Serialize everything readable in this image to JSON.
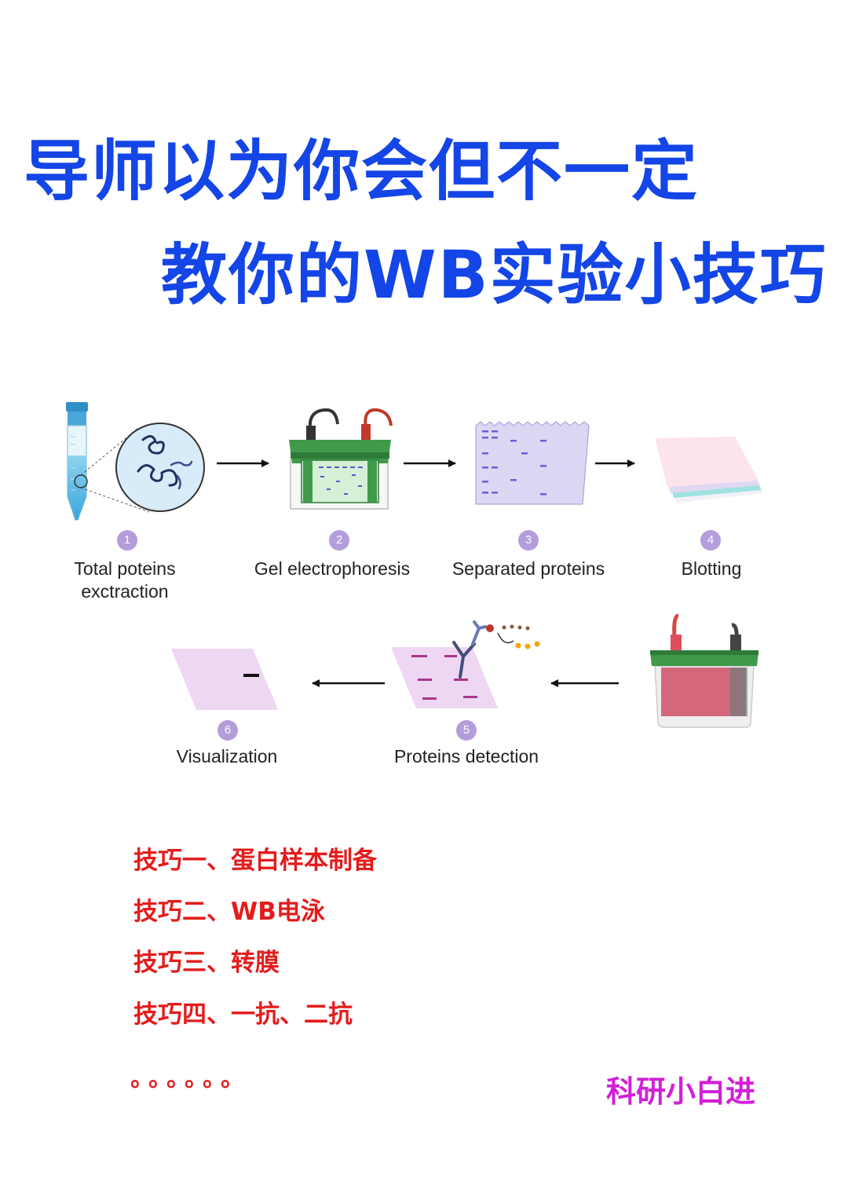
{
  "title": {
    "line1": "导师以为你会但不一定",
    "line2": "教你的WB实验小技巧"
  },
  "workflow": {
    "steps": [
      {
        "number": "1",
        "label_lines": [
          "Total poteins",
          "exctraction"
        ]
      },
      {
        "number": "2",
        "label_lines": [
          "Gel electrophoresis"
        ]
      },
      {
        "number": "3",
        "label_lines": [
          "Separated proteins"
        ]
      },
      {
        "number": "4",
        "label_lines": [
          "Blotting"
        ]
      },
      {
        "number": "5",
        "label_lines": [
          "Proteins detection"
        ]
      },
      {
        "number": "6",
        "label_lines": [
          "Visualization"
        ]
      }
    ]
  },
  "tips": [
    "技巧一、蛋白样本制备",
    "技巧二、WB电泳",
    "技巧三、转膜",
    "技巧四、一抗、二抗"
  ],
  "ellipsis": "。。。。。。",
  "author": "科研小白进",
  "colors": {
    "title": "#1445e6",
    "tips": "#e41c1c",
    "author": "#d21fd7",
    "step_badge": "#b39ddb"
  }
}
